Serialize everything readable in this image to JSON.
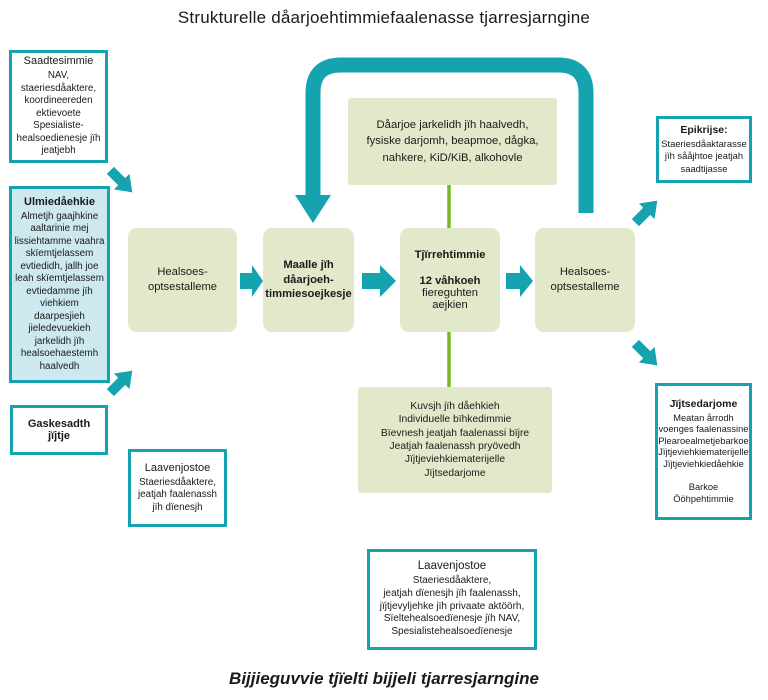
{
  "title": "Strukturelle dåarjoehtimmiefaalenasse tjarresjarngine",
  "caption": "Bijjieguvvie tjïelti bijjeli tjarresjarngine",
  "colors": {
    "teal_accent": "#14a3af",
    "light_blue_fill": "#cde8ee",
    "green_box_fill": "#e1e9ca",
    "green_connector": "#76b82a"
  },
  "sidebar_left": {
    "referral": {
      "heading": "Saadtesimmie",
      "body": [
        "NAV,",
        "staeriesdåaktere,",
        "koordineereden",
        "ektievoete",
        "Spesialiste-",
        "healsoedienesje jïh",
        "jeatjebh"
      ]
    },
    "target_group": {
      "heading": "Ulmiedåehkie",
      "body": [
        "Almetjh gaajhkine",
        "aaltarinie mej",
        "lissiehtamme vaahra",
        "skïemtjelassem",
        "evtiedidh, jallh joe",
        "leah skïemtjelassem",
        "evtiedamme jïh",
        "viehkiem",
        "daarpesjieh",
        "jieledevuekieh",
        "jarkelidh jïh",
        "healsoehaestemh",
        "haalvedh"
      ]
    },
    "self_contact": {
      "heading": [
        "Gaskesadth",
        "jïjtje"
      ]
    },
    "collaboration": {
      "heading": "Laavenjostoe",
      "body": [
        "Staeriesdåaktere,",
        "jeatjah faalenassh",
        "jïh dïenesjh"
      ]
    }
  },
  "flow": {
    "step1": {
      "label": [
        "Healsoes-",
        "optsestalleme"
      ]
    },
    "step2": {
      "label": [
        "Maalle jïh",
        "dåarjoeh-",
        "timmiesoejkesje"
      ]
    },
    "step3": {
      "title": "Tjïrrehtimmie",
      "duration": "12 våhkoeh",
      "frequency": "fiereguhten aejkien"
    },
    "step4": {
      "label": [
        "Healsoes-",
        "optsestalleme"
      ]
    }
  },
  "support_topics": {
    "body": [
      "Dåarjoe jarkelidh jïh haalvedh,",
      "fysiske darjomh, beapmoe, dågka,",
      "nahkere, KiD/KiB, alkohovle"
    ]
  },
  "activities": {
    "body": [
      "Kuvsjh jïh dåehkieh",
      "Individuelle bïhkedimmie",
      "Bïevnesh jeatjah faalenassi bïjre",
      "Jeatjah faalenassh pryövedh",
      "Jïjtjeviehkiematerijelle",
      "Jïjtsedarjome"
    ]
  },
  "sidebar_right": {
    "epicrisis": {
      "heading": "Epikrijse:",
      "body": [
        "Staeriesdåaktarasse",
        "jïh sååjhtoe jeatjah",
        "saadtijasse"
      ]
    },
    "self_activity": {
      "heading": "Jïjtsedarjome",
      "body": [
        "Meatan årrodh",
        "voenges faalenassine",
        "Plearoealmetjebarkoe",
        "Jïjtjeviehkiematerijelle",
        "Jïjtjeviehkiedåehkie",
        "",
        "Barkoe",
        "Ööhpehtimmie"
      ]
    }
  },
  "collaboration_bottom": {
    "heading": "Laavenjostoe",
    "body": [
      "Staeriesdåaktere,",
      "jeatjah dïenesjh jïh faalenassh,",
      "jïjtjevyljehke jïh privaate aktöörh,",
      "Sïeltehealsoedïenesje jïh NAV,",
      "Spesialistehealsoedïenesje"
    ]
  }
}
